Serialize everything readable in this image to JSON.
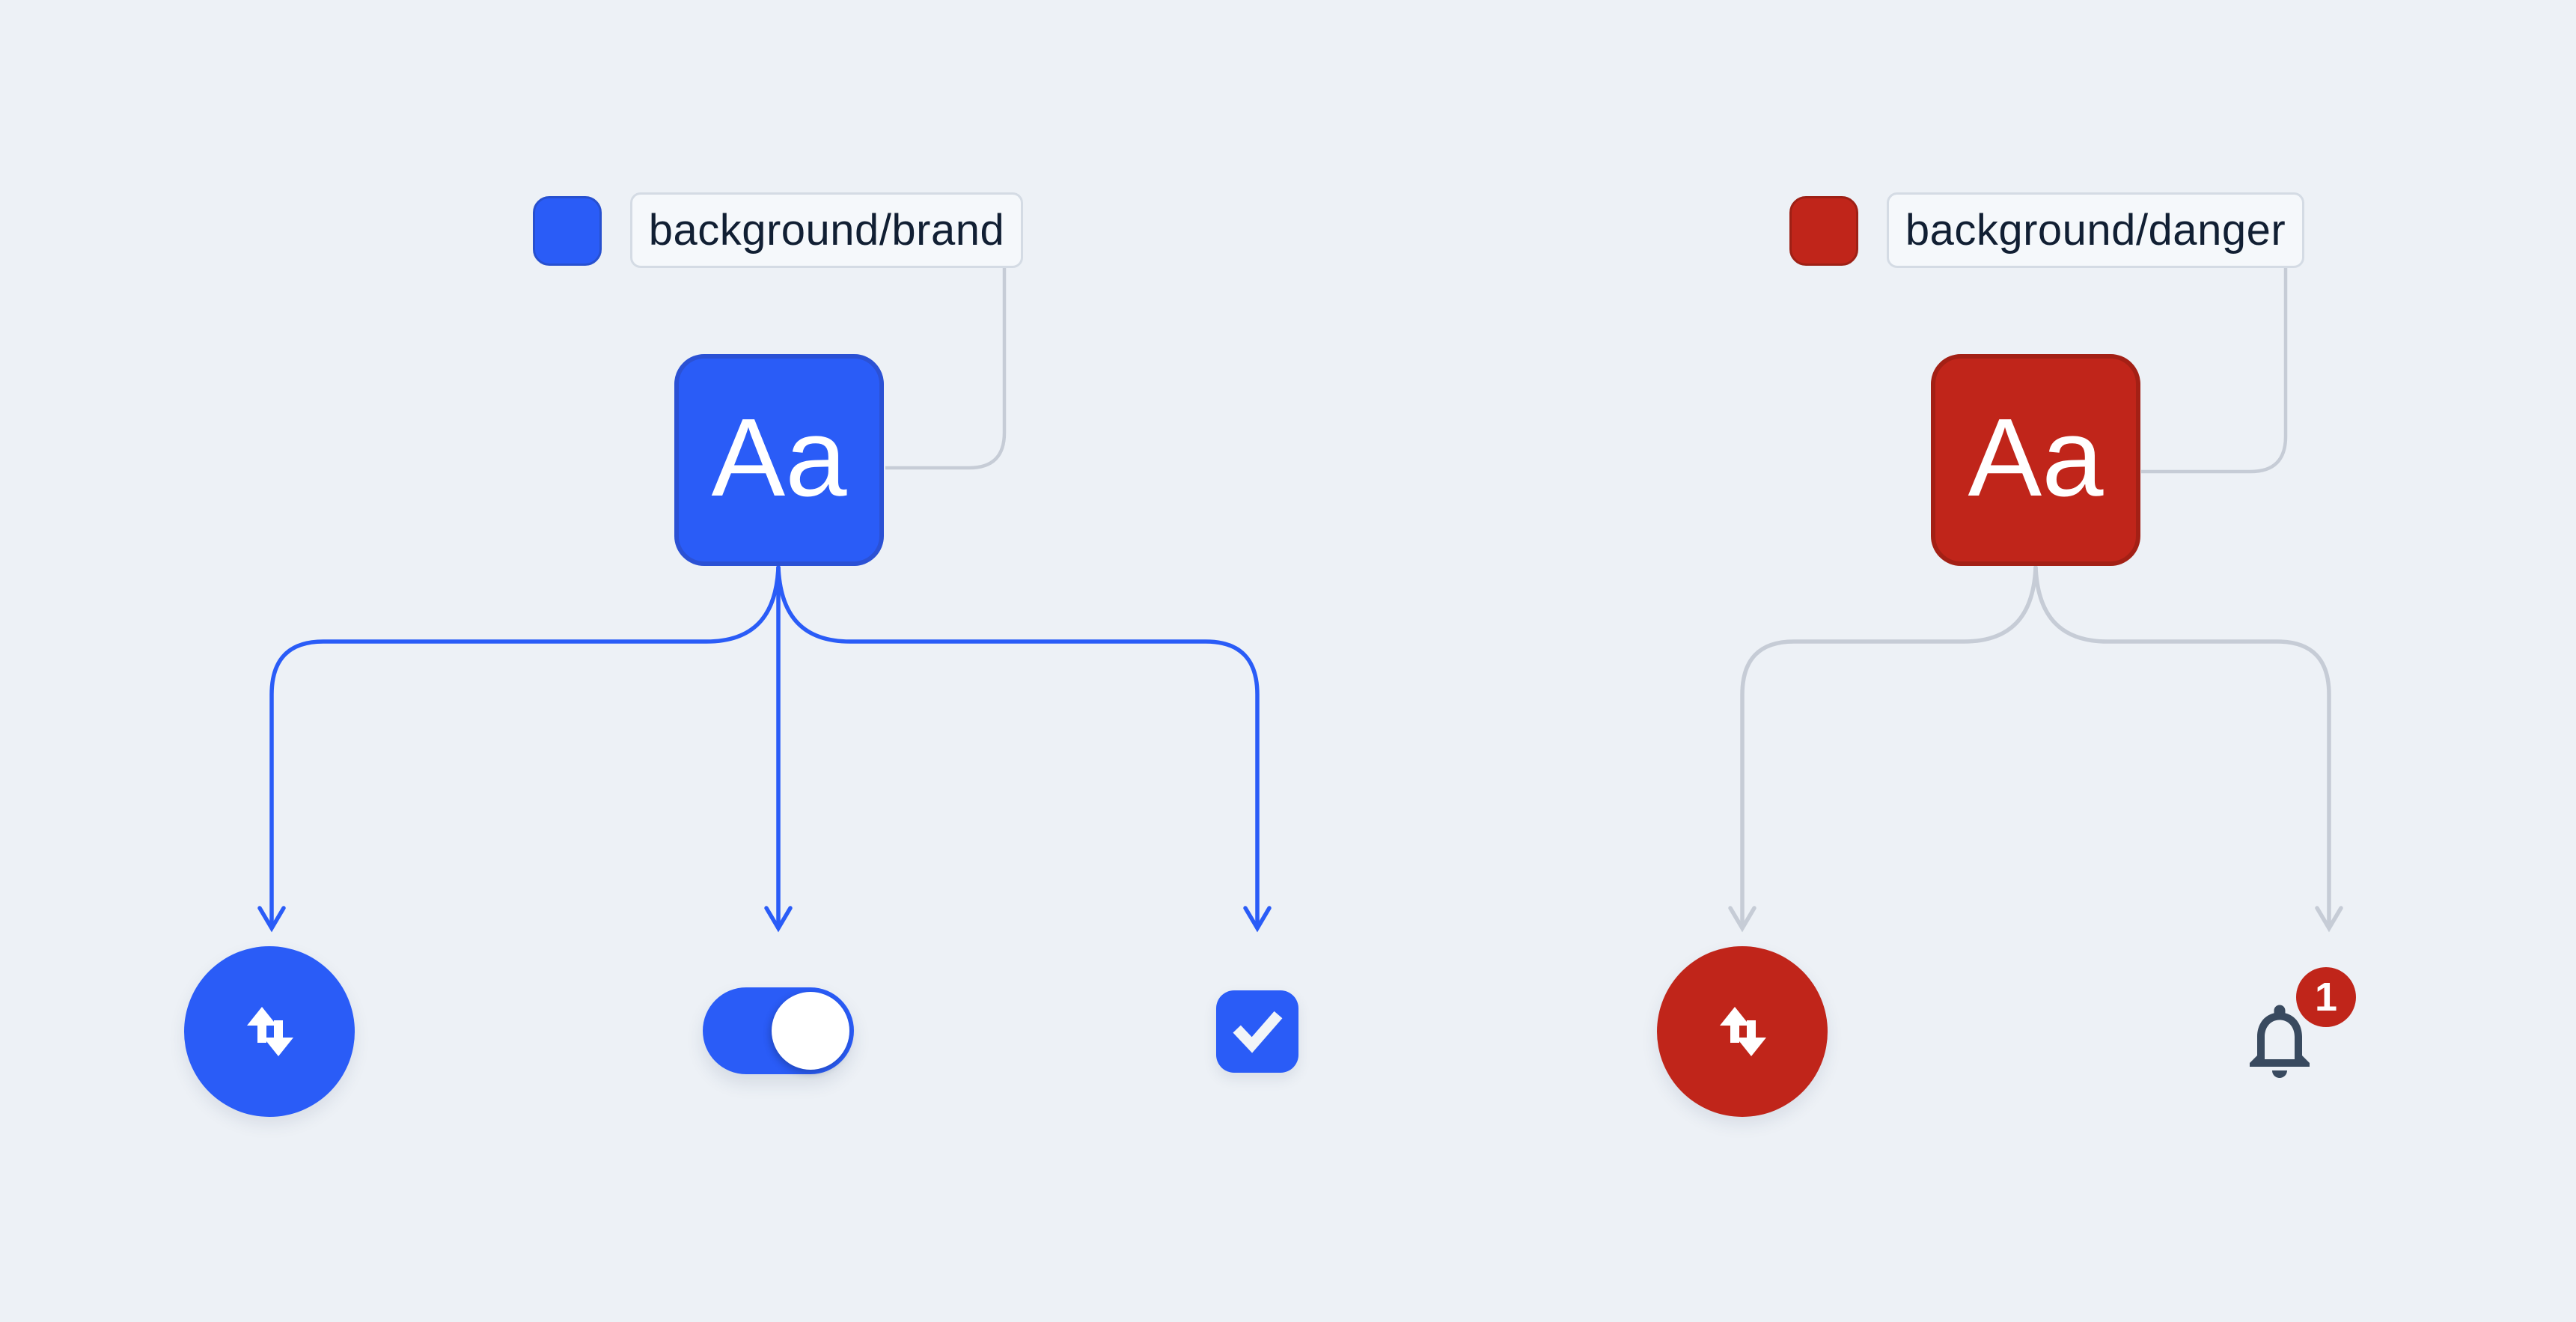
{
  "diagram": {
    "background_color": "#edf1f6",
    "brand_group": {
      "token_label": "background/brand",
      "tile_text": "Aa",
      "color": "#2a5cf7",
      "tile_border_color": "#2b51d4",
      "arrow_color": "#2a5cf7",
      "swatch_icon": "brand-color-swatch",
      "components": [
        {
          "name": "sort-button",
          "icon": "sort-arrows-icon",
          "shape": "circle"
        },
        {
          "name": "toggle-switch",
          "state": "on"
        },
        {
          "name": "checkbox",
          "state": "checked",
          "icon": "checkmark-icon"
        }
      ]
    },
    "danger_group": {
      "token_label": "background/danger",
      "tile_text": "Aa",
      "color": "#c0251a",
      "tile_border_color": "#a32015",
      "arrow_color": "#c6ccd6",
      "swatch_icon": "danger-color-swatch",
      "components": [
        {
          "name": "sort-button",
          "icon": "sort-arrows-icon",
          "shape": "circle"
        },
        {
          "name": "notification-bell",
          "icon": "bell-icon",
          "badge_count": "1",
          "badge_color": "#c0251a"
        }
      ]
    },
    "shared_colors": {
      "label_chip_bg": "#f5f8fb",
      "label_chip_border": "#d4dbe4",
      "label_text": "#111f33",
      "connector_gray": "#c6ccd6",
      "bell_icon_color": "#394a5f",
      "icon_white": "#ffffff"
    }
  }
}
